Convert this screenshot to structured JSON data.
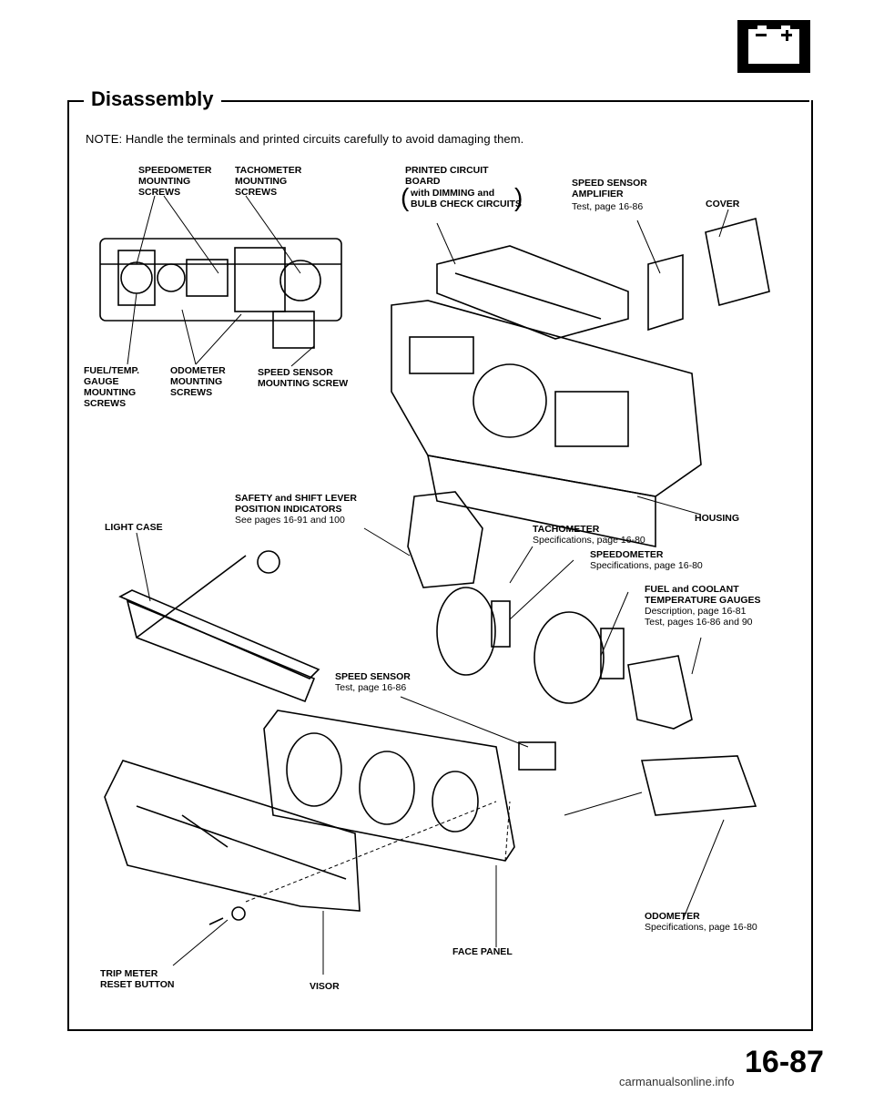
{
  "section_title": "Disassembly",
  "note": "NOTE: Handle the terminals and printed circuits carefully to avoid damaging them.",
  "labels": {
    "speedometer_mounting": "SPEEDOMETER\nMOUNTING\nSCREWS",
    "tachometer_mounting": "TACHOMETER\nMOUNTING\nSCREWS",
    "pcb": "PRINTED CIRCUIT\nBOARD",
    "pcb_detail": "with DIMMING and\nBULB CHECK CIRCUITS",
    "speed_sensor_amp": "SPEED SENSOR\nAMPLIFIER",
    "speed_sensor_amp_ref": "Test, page 16-86",
    "cover": "COVER",
    "fuel_temp_gauge": "FUEL/TEMP.\nGAUGE\nMOUNTING\nSCREWS",
    "odometer_mounting": "ODOMETER\nMOUNTING\nSCREWS",
    "speed_sensor_screw": "SPEED SENSOR\nMOUNTING SCREW",
    "safety_shift": "SAFETY and SHIFT LEVER\nPOSITION INDICATORS",
    "safety_shift_ref": "See pages 16-91 and 100",
    "housing": "HOUSING",
    "light_case": "LIGHT CASE",
    "tachometer": "TACHOMETER",
    "tachometer_ref": "Specifications, page 16-80",
    "speedometer": "SPEEDOMETER",
    "speedometer_ref": "Specifications, page 16-80",
    "fuel_coolant": "FUEL and COOLANT\nTEMPERATURE GAUGES",
    "fuel_coolant_ref": "Description, page 16-81\nTest, pages 16-86 and 90",
    "speed_sensor": "SPEED SENSOR",
    "speed_sensor_ref": "Test, page 16-86",
    "odometer": "ODOMETER",
    "odometer_ref": "Specifications, page 16-80",
    "face_panel": "FACE PANEL",
    "trip_meter": "TRIP METER\nRESET BUTTON",
    "visor": "VISOR"
  },
  "page_number": "16-87",
  "watermark": "carmanualsonline.info",
  "icon": "battery-icon"
}
